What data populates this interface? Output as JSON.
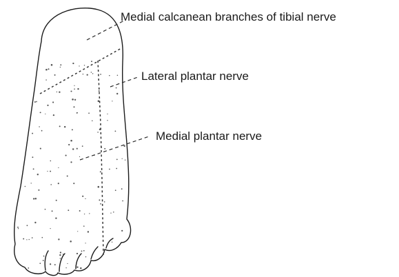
{
  "labels": {
    "medial_calcanean": "Medial calcanean branches of tibial nerve",
    "lateral_plantar": "Lateral plantar nerve",
    "medial_plantar": "Medial plantar nerve"
  },
  "colors": {
    "ink": "#1a1a1a",
    "background": "#ffffff"
  }
}
